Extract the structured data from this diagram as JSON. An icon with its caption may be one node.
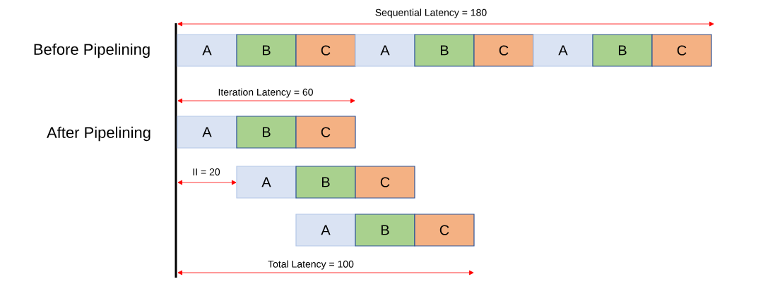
{
  "diagram": {
    "nodes": [
      {
        "text": [
          "A"
        ]
      },
      {
        "text": [
          "B"
        ]
      },
      {
        "text": [
          "C"
        ]
      },
      {
        "text": [
          "A"
        ]
      },
      {
        "text": [
          "B"
        ]
      },
      {
        "text": [
          "C"
        ]
      },
      {
        "text": [
          "A"
        ]
      },
      {
        "text": [
          "B"
        ]
      },
      {
        "text": [
          "C"
        ]
      },
      {
        "text": [
          "A"
        ]
      },
      {
        "text": [
          "B"
        ]
      },
      {
        "text": [
          "C"
        ]
      },
      {
        "text": [
          "A"
        ]
      },
      {
        "text": [
          "B"
        ]
      },
      {
        "text": [
          "C"
        ]
      },
      {
        "text": [
          "A"
        ]
      },
      {
        "text": [
          "B"
        ]
      },
      {
        "text": [
          "C"
        ]
      }
    ],
    "labels": [
      "Sequential Latency = 180",
      "Before Pipelining",
      "Iteration Latency = 60",
      "After Pipelining",
      "II = 20",
      "Total Latency = 100"
    ]
  }
}
